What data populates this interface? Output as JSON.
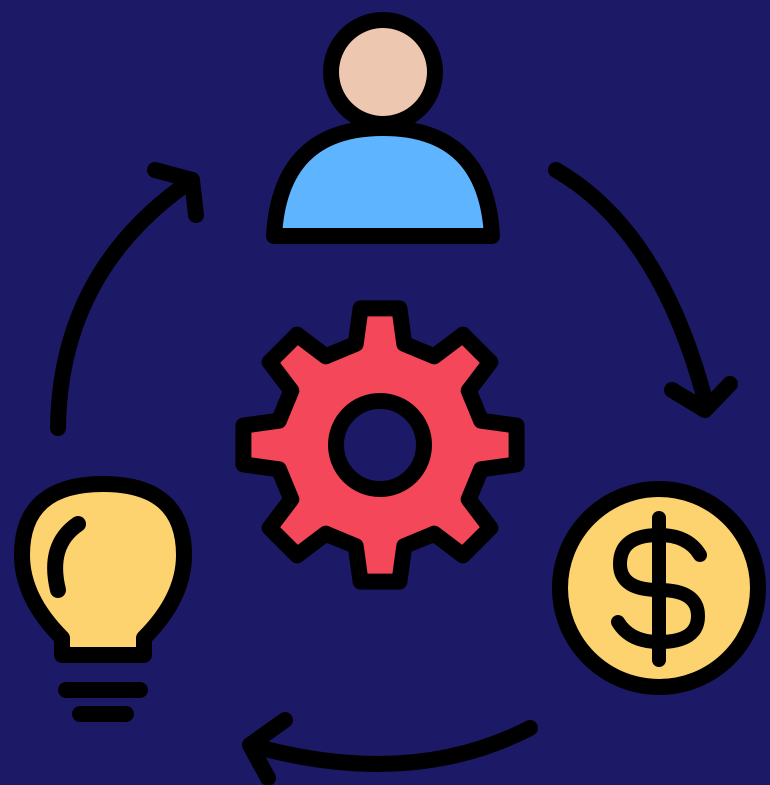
{
  "diagram": {
    "type": "cycle",
    "nodes": [
      {
        "id": "person",
        "icon": "user-icon"
      },
      {
        "id": "coin",
        "icon": "dollar-coin-icon"
      },
      {
        "id": "idea",
        "icon": "lightbulb-icon"
      },
      {
        "id": "center",
        "icon": "gear-icon"
      }
    ],
    "cycle_order": [
      "person",
      "coin",
      "idea"
    ],
    "arrows": [
      {
        "from": "person",
        "to": "coin",
        "direction": "clockwise"
      },
      {
        "from": "coin",
        "to": "idea",
        "direction": "clockwise"
      },
      {
        "from": "idea",
        "to": "person",
        "direction": "clockwise"
      }
    ],
    "colors": {
      "background": "#1c1a66",
      "outline": "#000000",
      "person_head": "#edc7b0",
      "person_body": "#5fb4ff",
      "gear": "#f4485a",
      "coin": "#fcd36f",
      "bulb": "#fcd36f"
    }
  }
}
